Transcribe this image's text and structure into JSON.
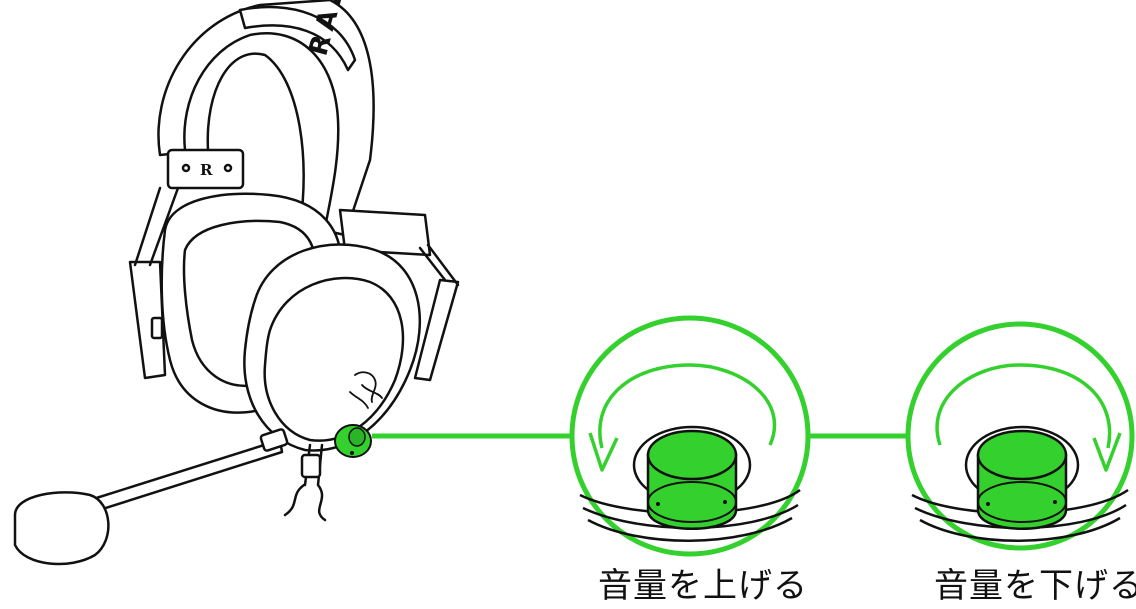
{
  "headset": {
    "brand_text": "RAZ",
    "slider_mark": "R"
  },
  "callouts": [
    {
      "id": "volume-up",
      "label": "音量を上げる",
      "rotation": "counterclockwise"
    },
    {
      "id": "volume-down",
      "label": "音量を下げる",
      "rotation": "clockwise"
    }
  ],
  "colors": {
    "highlight": "#34d12e",
    "highlight_dark": "#1f9c1c",
    "line": "#111111",
    "background": "#ffffff"
  }
}
